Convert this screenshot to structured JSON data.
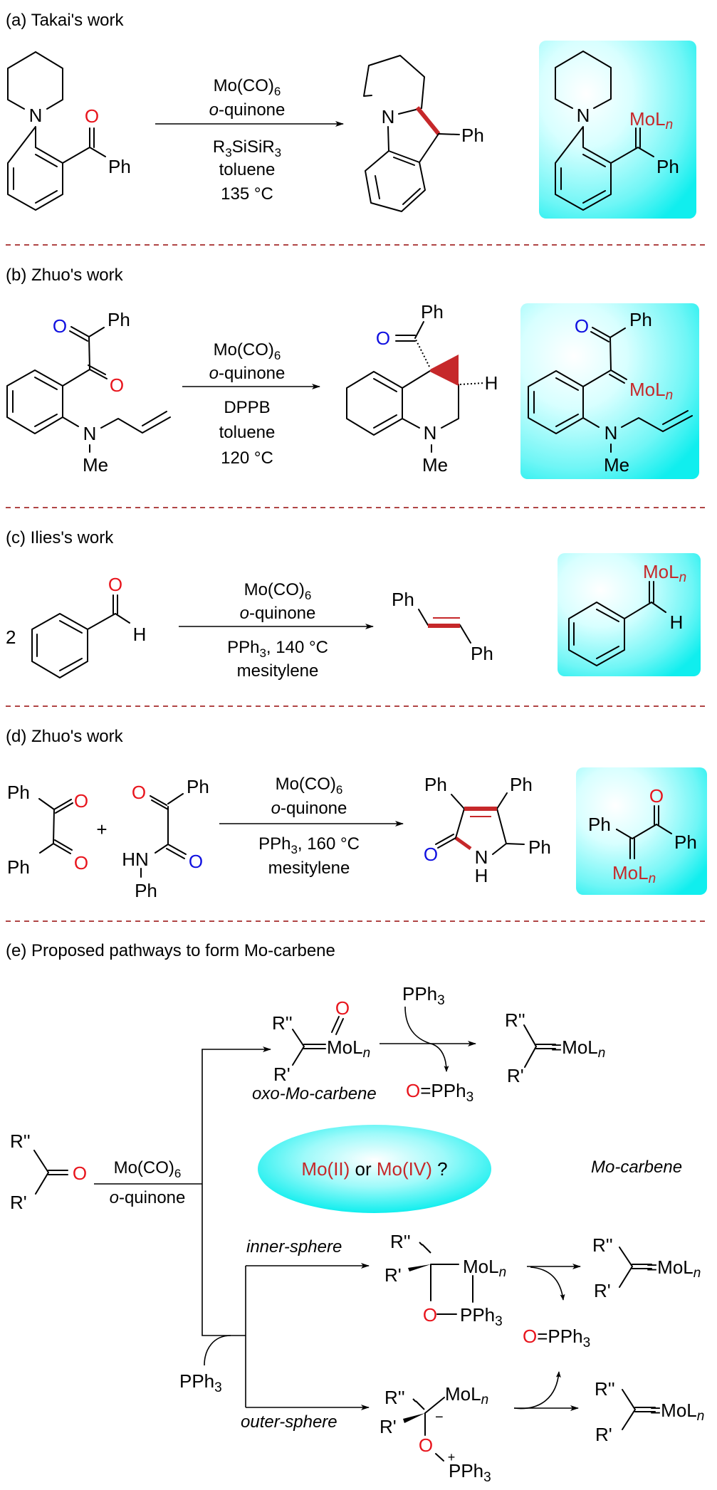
{
  "figure": {
    "sections": [
      {
        "id": "a",
        "title": "(a) Takai's work",
        "conditions_above": [
          "Mo(CO)",
          "6",
          "o",
          "-quinone"
        ],
        "conditions_below": [
          "R",
          "3",
          "SiSiR",
          "3",
          "toluene",
          "135 °C"
        ],
        "substrate_labels": {
          "n": "N",
          "o": "O",
          "ph": "Ph"
        },
        "product_labels": {
          "n": "N",
          "ph": "Ph"
        },
        "intermediate_labels": {
          "n": "N",
          "mo": "MoL",
          "sub_n": "n",
          "ph": "Ph"
        }
      },
      {
        "id": "b",
        "title": "(b) Zhuo's work",
        "conditions_above": [
          "Mo(CO)",
          "6",
          "o",
          "-quinone"
        ],
        "conditions_below": [
          "DPPB",
          "toluene",
          "120 °C"
        ],
        "substrate_labels": {
          "o_blue": "O",
          "ph": "Ph",
          "o_red": "O",
          "n": "N",
          "me": "Me"
        },
        "product_labels": {
          "ph": "Ph",
          "o_blue": "O",
          "h": "H",
          "n": "N",
          "me": "Me"
        },
        "intermediate_labels": {
          "o_blue": "O",
          "ph": "Ph",
          "mo": "MoL",
          "sub_n": "n",
          "n": "N",
          "me": "Me"
        }
      },
      {
        "id": "c",
        "title": "(c) Ilies's work",
        "coefficient": "2",
        "conditions_above": [
          "Mo(CO)",
          "6",
          "o",
          "-quinone"
        ],
        "conditions_below": [
          "PPh",
          "3",
          ", 140 °C",
          "mesitylene"
        ],
        "substrate_labels": {
          "o": "O",
          "h": "H"
        },
        "product_labels": {
          "ph1": "Ph",
          "ph2": "Ph"
        },
        "intermediate_labels": {
          "mo": "MoL",
          "sub_n": "n",
          "h": "H"
        }
      },
      {
        "id": "d",
        "title": "(d) Zhuo's work",
        "plus": "+",
        "conditions_above": [
          "Mo(CO)",
          "6",
          "o",
          "-quinone"
        ],
        "conditions_below": [
          "PPh",
          "3",
          ", 160 °C",
          "mesitylene"
        ],
        "substrate1_labels": {
          "ph1": "Ph",
          "o1": "O",
          "ph2": "Ph",
          "o2": "O"
        },
        "substrate2_labels": {
          "o_red": "O",
          "ph": "Ph",
          "hn": "HN",
          "o_blue": "O",
          "ph_n": "Ph"
        },
        "product_labels": {
          "ph1": "Ph",
          "ph2": "Ph",
          "o": "O",
          "n": "N",
          "h": "H",
          "ph3": "Ph"
        },
        "intermediate_labels": {
          "o": "O",
          "ph1": "Ph",
          "ph2": "Ph",
          "mo": "MoL",
          "sub_n": "n"
        }
      },
      {
        "id": "e",
        "title": "(e) Proposed pathways to form Mo-carbene",
        "ketone_labels": {
          "r2": "R''",
          "r1": "R'",
          "o": "O"
        },
        "conditions_above": [
          "Mo(CO)",
          "6"
        ],
        "conditions_below": [
          "o",
          "-quinone"
        ],
        "oxo_carbene": {
          "r2": "R''",
          "r1": "R'",
          "o": "O",
          "mo": "MoL",
          "sub_n": "n",
          "caption": "oxo-Mo-carbene"
        },
        "pph3_top": [
          "PPh",
          "3"
        ],
        "opph3_top": [
          "O",
          "=PPh",
          "3"
        ],
        "mo_carbene_top": {
          "r2": "R''",
          "r1": "R'",
          "mo": "=MoL",
          "sub_n": "n"
        },
        "question": {
          "part1": "Mo(II)",
          "part2": " or ",
          "part3": "Mo(IV)",
          "part4": " ?"
        },
        "mo_carbene_caption": "Mo-carbene",
        "inner_sphere_label": "inner-sphere",
        "outer_sphere_label": "outer-sphere",
        "pph3_bottom": [
          "PPh",
          "3"
        ],
        "inner_intermediate": {
          "r2": "R''",
          "r1": "R'",
          "mo": "MoL",
          "sub_n": "n",
          "o": "O",
          "p": "PPh",
          "sub_3": "3"
        },
        "outer_intermediate": {
          "r2": "R''",
          "r1": "R'",
          "mo": "MoL",
          "sub_n": "n",
          "minus": "−",
          "o": "O",
          "plus": "+",
          "p": "PPh",
          "sub_3": "3"
        },
        "opph3_mid": [
          "O",
          "=PPh",
          "3"
        ],
        "mo_carbene_mid": {
          "r2": "R''",
          "r1": "R'",
          "mo": "=MoL",
          "sub_n": "n"
        },
        "mo_carbene_bottom": {
          "r2": "R''",
          "r1": "R'",
          "mo": "=MoL",
          "sub_n": "n"
        }
      }
    ],
    "colors": {
      "oxygen_red": "#e8141c",
      "highlight_red": "#c6282a",
      "oxygen_blue": "#1010e0",
      "box_cyan": "#10f0f0",
      "divider": "#b04545"
    }
  }
}
